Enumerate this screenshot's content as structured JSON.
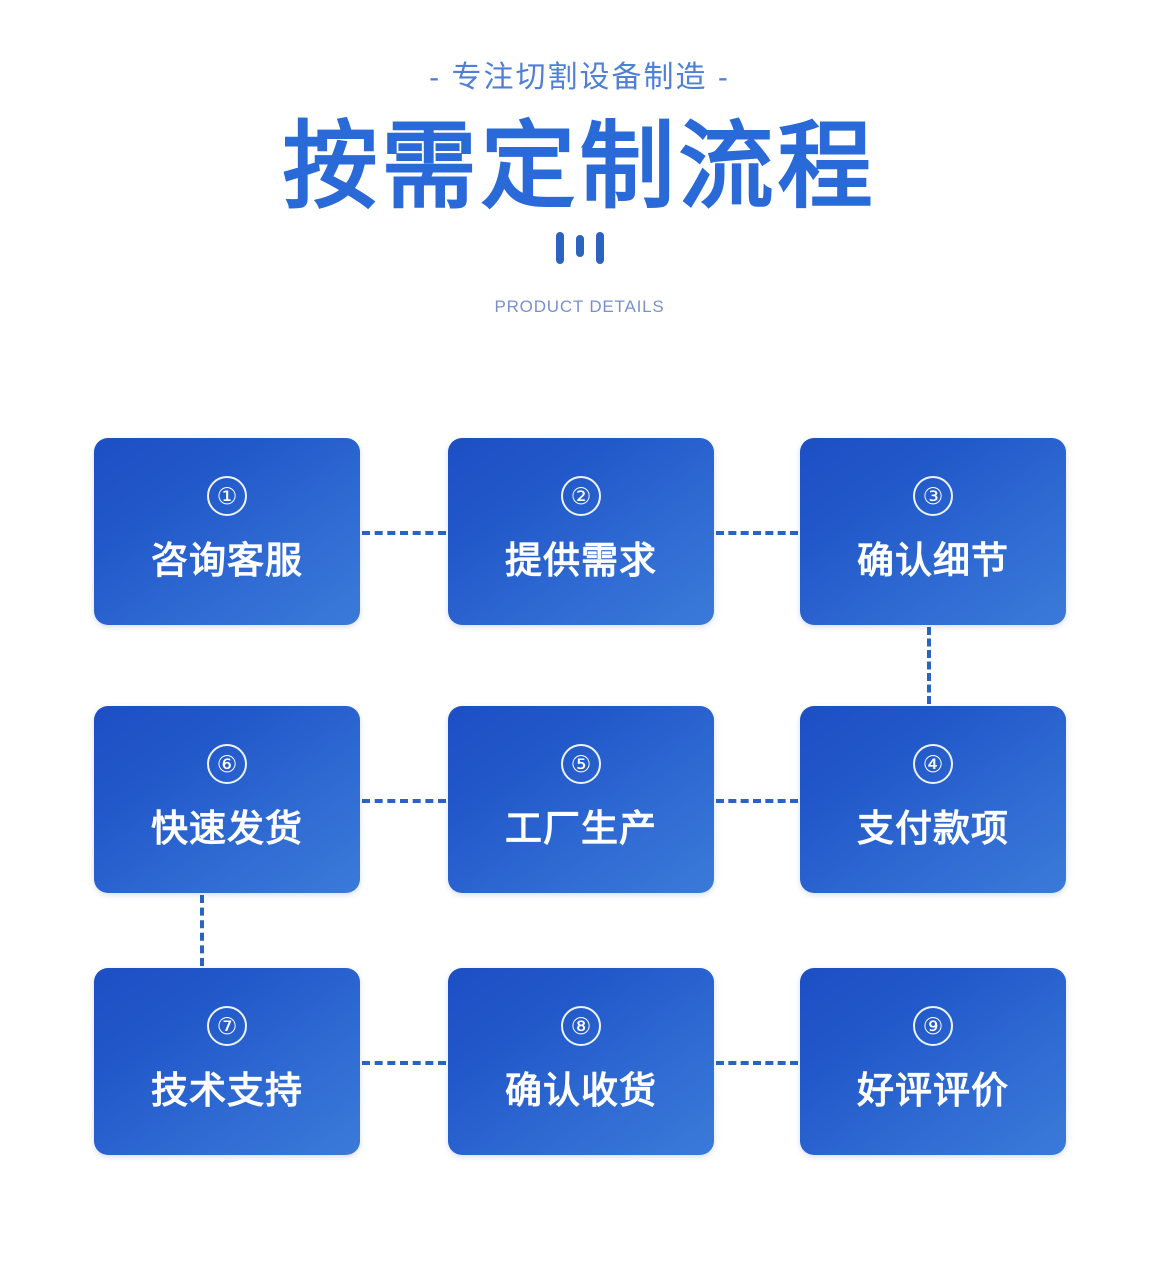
{
  "header": {
    "subtitle": "- 专注切割设备制造 -",
    "title": "按需定制流程",
    "eyebrow": "PRODUCT DETAILS",
    "accent_color": "#2a6ad8",
    "subtitle_color": "#4d80d6",
    "eyebrow_color": "#7a8fd0",
    "divider_bars": [
      {
        "name": "bar-left",
        "style": "tall"
      },
      {
        "name": "bar-middle",
        "style": "short"
      },
      {
        "name": "bar-right",
        "style": "tall"
      }
    ]
  },
  "flow": {
    "card_gradient_start": "#1d4fc4",
    "card_gradient_end": "#3b7ad9",
    "connector_color": "#2a63c0",
    "steps": [
      {
        "number": "①",
        "label": "咨询客服",
        "col": 0,
        "row": 0
      },
      {
        "number": "②",
        "label": "提供需求",
        "col": 1,
        "row": 0
      },
      {
        "number": "③",
        "label": "确认细节",
        "col": 2,
        "row": 0
      },
      {
        "number": "④",
        "label": "支付款项",
        "col": 2,
        "row": 1
      },
      {
        "number": "⑤",
        "label": "工厂生产",
        "col": 1,
        "row": 1
      },
      {
        "number": "⑥",
        "label": "快速发货",
        "col": 0,
        "row": 1
      },
      {
        "number": "⑦",
        "label": "技术支持",
        "col": 0,
        "row": 2
      },
      {
        "number": "⑧",
        "label": "确认收货",
        "col": 1,
        "row": 2
      },
      {
        "number": "⑨",
        "label": "好评评价",
        "col": 2,
        "row": 2
      }
    ],
    "connectors": [
      {
        "name": "connector-1-2",
        "orientation": "horizontal"
      },
      {
        "name": "connector-2-3",
        "orientation": "horizontal"
      },
      {
        "name": "connector-3-4",
        "orientation": "vertical"
      },
      {
        "name": "connector-4-5",
        "orientation": "horizontal"
      },
      {
        "name": "connector-5-6",
        "orientation": "horizontal"
      },
      {
        "name": "connector-6-7",
        "orientation": "vertical"
      },
      {
        "name": "connector-7-8",
        "orientation": "horizontal"
      },
      {
        "name": "connector-8-9",
        "orientation": "horizontal"
      }
    ]
  }
}
